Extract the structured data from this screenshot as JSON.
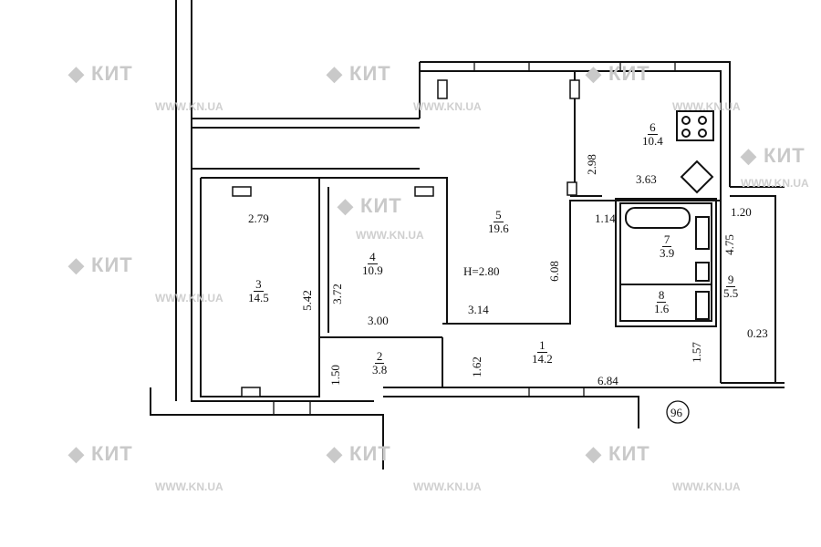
{
  "plan": {
    "ceiling_height": "H=2.80",
    "axis_marker": "96",
    "rooms": [
      {
        "id": "1",
        "area": "14.2"
      },
      {
        "id": "2",
        "area": "3.8"
      },
      {
        "id": "3",
        "area": "14.5"
      },
      {
        "id": "4",
        "area": "10.9"
      },
      {
        "id": "5",
        "area": "19.6"
      },
      {
        "id": "6",
        "area": "10.4"
      },
      {
        "id": "7",
        "area": "3.9"
      },
      {
        "id": "8",
        "area": "1.6"
      },
      {
        "id": "9",
        "area": "5.5"
      }
    ],
    "dimensions": [
      "2.79",
      "5.42",
      "3.72",
      "3.00",
      "1.50",
      "6.08",
      "3.14",
      "1.62",
      "6.84",
      "2.98",
      "3.63",
      "1.14",
      "1.20",
      "4.75",
      "0.23",
      "1.57"
    ]
  },
  "watermark": {
    "logo": "КИТ",
    "url": "WWW.KN.UA"
  }
}
